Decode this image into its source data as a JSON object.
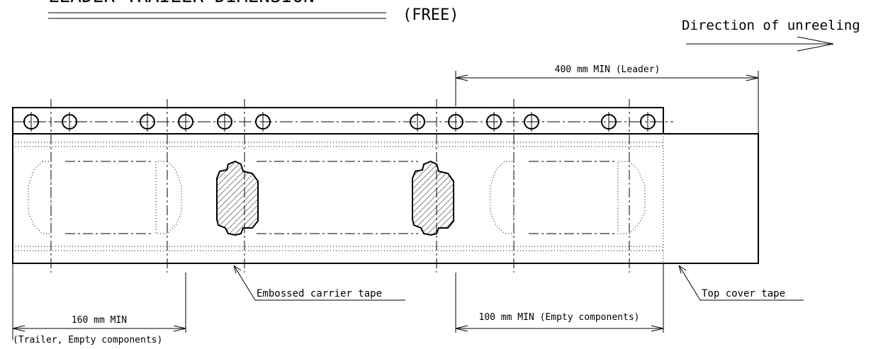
{
  "title": "LEADER-TRAILER DIMENSION",
  "title_note": "(FREE)",
  "direction_label": "Direction of unreeling",
  "dimensions": {
    "leader": "400 mm MIN (Leader)",
    "trailer_line1": "160 mm MIN",
    "trailer_line2": "(Trailer, Empty components)",
    "empty": "100 mm MIN (Empty components)"
  },
  "callouts": {
    "carrier": "Embossed carrier tape",
    "cover": "Top cover tape"
  }
}
